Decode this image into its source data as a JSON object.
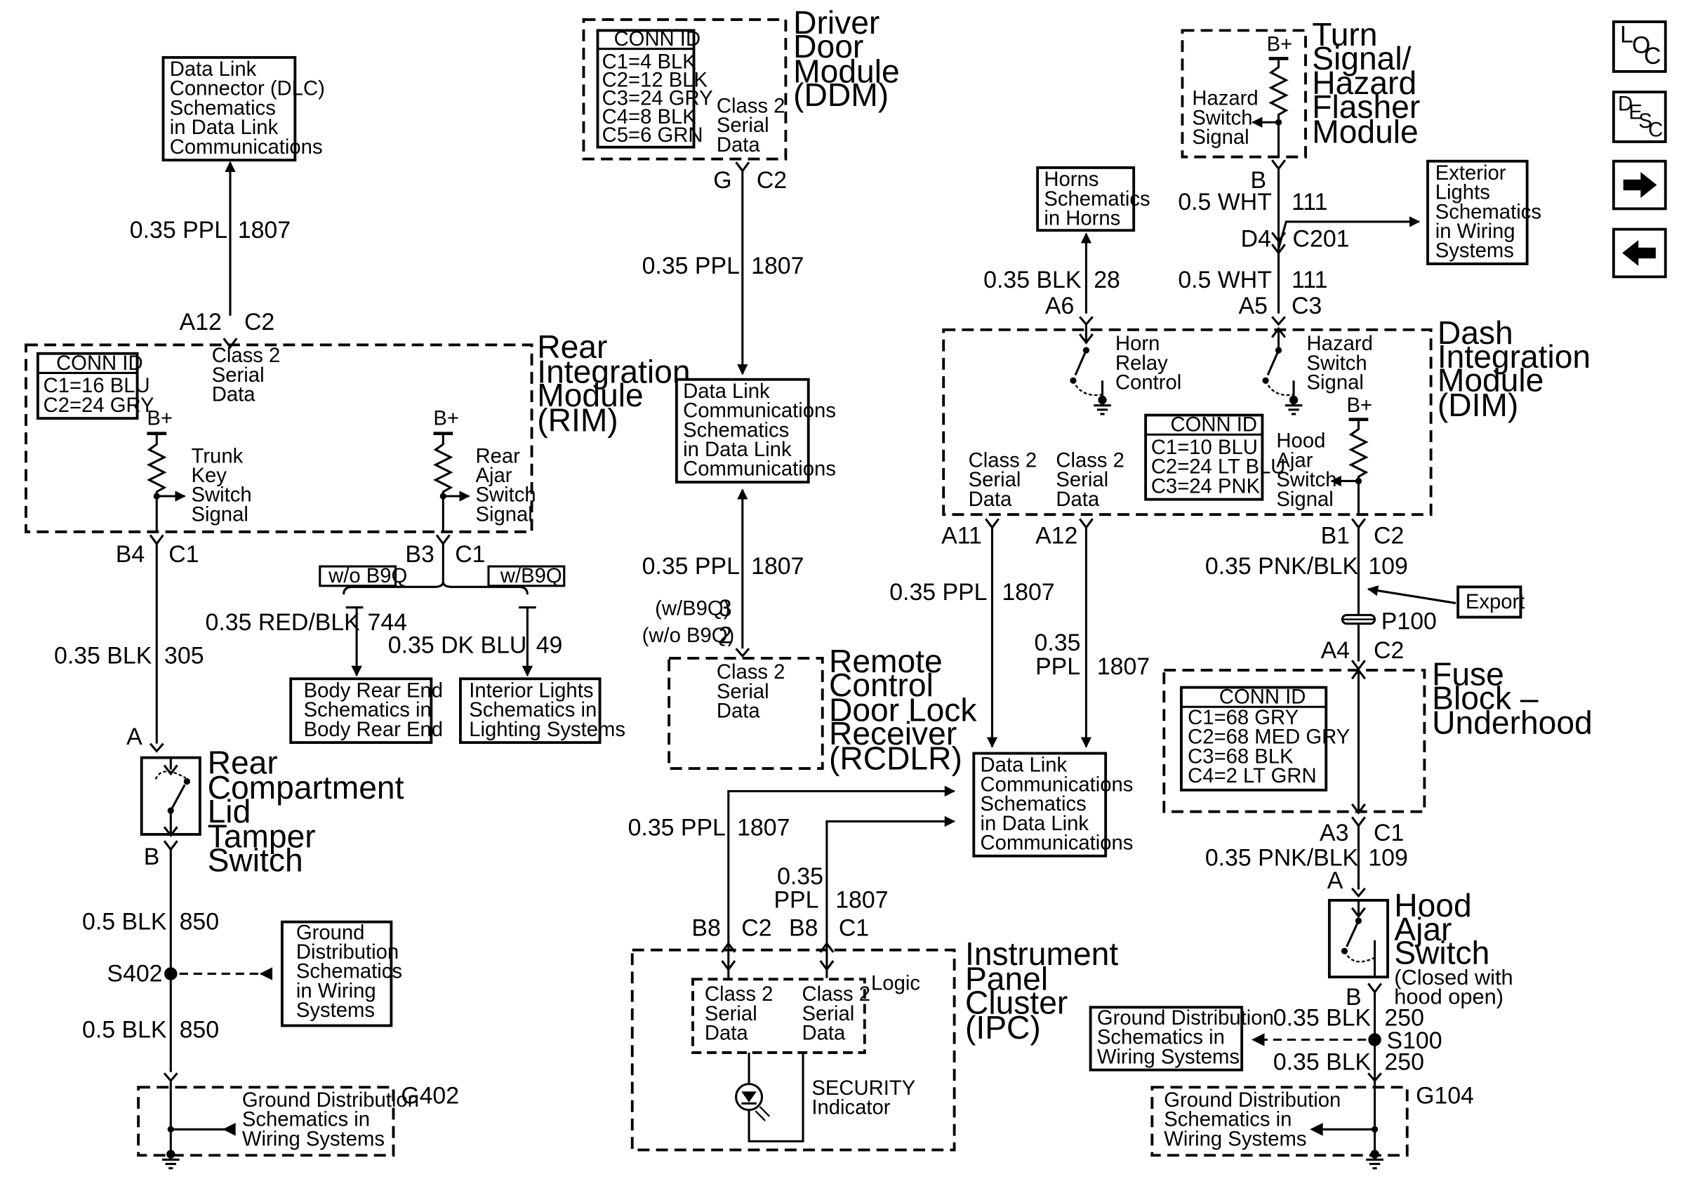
{
  "nav": {
    "loc": [
      "L",
      "O",
      "C"
    ],
    "desc": [
      "D",
      "E",
      "S",
      "C"
    ],
    "next_icon": "arrow-right-icon",
    "prev_icon": "arrow-left-icon"
  },
  "dlc_top": [
    "Data Link",
    "Connector (DLC)",
    "Schematics",
    "in Data Link",
    "Communications"
  ],
  "wire_rim_dlc": {
    "gauge": "0.35 PPL",
    "circuit": "1807"
  },
  "rim": {
    "name": [
      "Rear",
      "Integration",
      "Module",
      "(RIM)"
    ],
    "conn_title": "CONN ID",
    "conn": [
      "C1=16 BLU",
      "C2=24 GRY"
    ],
    "pin_top": "A12",
    "conn_top": "C2",
    "serial": [
      "Class 2",
      "Serial",
      "Data"
    ],
    "bplus": "B+",
    "trunk": [
      "Trunk",
      "Key",
      "Switch",
      "Signal"
    ],
    "rear_ajar": [
      "Rear",
      "Ajar",
      "Switch",
      "Signal"
    ],
    "pin_b4": "B4",
    "conn_b4": "C1",
    "pin_b3": "B3",
    "conn_b3": "C1"
  },
  "options": {
    "without": "w/o B9Q",
    "with": "w/B9Q"
  },
  "wire_744": {
    "gauge": "0.35 RED/BLK",
    "circuit": "744"
  },
  "wire_49": {
    "gauge": "0.35 DK BLU",
    "circuit": "49"
  },
  "body_rear": [
    "Body Rear End",
    "Schematics in",
    "Body Rear End"
  ],
  "interior_lights": [
    "Interior Lights",
    "Schematics in",
    "Lighting Systems"
  ],
  "wire_305": {
    "gauge": "0.35 BLK",
    "circuit": "305"
  },
  "tamper": {
    "name": [
      "Rear",
      "Compartment",
      "Lid",
      "Tamper",
      "Switch"
    ],
    "pin_a": "A",
    "pin_b": "B"
  },
  "wire_850a": {
    "gauge": "0.5 BLK",
    "circuit": "850"
  },
  "s402": "S402",
  "ground_dist_left": [
    "Ground",
    "Distribution",
    "Schematics",
    "in Wiring",
    "Systems"
  ],
  "wire_850b": {
    "gauge": "0.5 BLK",
    "circuit": "850"
  },
  "g402": {
    "label": "G402",
    "text": [
      "Ground Distribution",
      "Schematics in",
      "Wiring Systems"
    ]
  },
  "ddm": {
    "name": [
      "Driver",
      "Door",
      "Module",
      "(DDM)"
    ],
    "conn_title": "CONN ID",
    "conn": [
      "C1=4 BLK",
      "C2=12 BLK",
      "C3=24 GRY",
      "C4=8 BLK",
      "C5=6 GRN"
    ],
    "serial": [
      "Class 2",
      "Serial",
      "Data"
    ],
    "pin": "G",
    "conn_id": "C2"
  },
  "wire_ddm": {
    "gauge": "0.35 PPL",
    "circuit": "1807"
  },
  "dlc_mid": [
    "Data Link",
    "Communications",
    "Schematics",
    "in Data Link",
    "Communications"
  ],
  "wire_rcdlr": {
    "gauge": "0.35 PPL",
    "circuit": "1807"
  },
  "rcdlr": {
    "pin_with": "(w/B9Q)",
    "pin_with_num": "3",
    "pin_without": "(w/o B9Q)",
    "pin_without_num": "2",
    "serial": [
      "Class 2",
      "Serial",
      "Data"
    ],
    "name": [
      "Remote",
      "Control",
      "Door Lock",
      "Receiver",
      "(RCDLR)"
    ]
  },
  "wire_ipc1": {
    "gauge": "0.35 PPL",
    "circuit": "1807"
  },
  "wire_ipc2": {
    "gauge": [
      "0.35",
      "PPL"
    ],
    "circuit": "1807"
  },
  "ipc": {
    "pin1": "B8",
    "conn1": "C2",
    "pin2": "B8",
    "conn2": "C1",
    "logic": "Logic",
    "serial_a": [
      "Class 2",
      "Serial",
      "Data"
    ],
    "serial_b": [
      "Class 2",
      "Serial",
      "Data"
    ],
    "security": [
      "SECURITY",
      "Indicator"
    ],
    "name": [
      "Instrument",
      "Panel",
      "Cluster",
      "(IPC)"
    ]
  },
  "horns": [
    "Horns",
    "Schematics",
    "in Horns"
  ],
  "wire_28": {
    "gauge": "0.35 BLK",
    "circuit": "28"
  },
  "flasher": {
    "bplus": "B+",
    "hazard": [
      "Hazard",
      "Switch",
      "Signal"
    ],
    "name": [
      "Turn",
      "Signal/",
      "Hazard",
      "Flasher",
      "Module"
    ],
    "pin": "B"
  },
  "wire_111a": {
    "gauge": "0.5 WHT",
    "circuit": "111"
  },
  "c201": {
    "pin": "D4",
    "conn": "C201"
  },
  "exterior": [
    "Exterior",
    "Lights",
    "Schematics",
    "in Wiring",
    "Systems"
  ],
  "wire_111b": {
    "gauge": "0.5 WHT",
    "circuit": "111"
  },
  "dim": {
    "pin_a6": "A6",
    "pin_a5": "A5",
    "conn_a5": "C3",
    "horn_relay": [
      "Horn",
      "Relay",
      "Control"
    ],
    "hazard": [
      "Hazard",
      "Switch",
      "Signal"
    ],
    "conn_title": "CONN ID",
    "conn": [
      "C1=10 BLU",
      "C2=24 LT BLU",
      "C3=24 PNK"
    ],
    "bplus": "B+",
    "hood": [
      "Hood",
      "Ajar",
      "Switch",
      "Signal"
    ],
    "serial_a": [
      "Class 2",
      "Serial",
      "Data"
    ],
    "serial_b": [
      "Class 2",
      "Serial",
      "Data"
    ],
    "name": [
      "Dash",
      "Integration",
      "Module",
      "(DIM)"
    ],
    "pin_a11": "A11",
    "pin_a12": "A12",
    "pin_b1": "B1",
    "conn_b1": "C2"
  },
  "wire_dim1": {
    "gauge": "0.35 PPL",
    "circuit": "1807"
  },
  "wire_dim2": {
    "gauge": [
      "0.35",
      "PPL"
    ],
    "circuit": "1807"
  },
  "dlc_right": [
    "Data Link",
    "Communications",
    "Schematics",
    "in Data Link",
    "Communications"
  ],
  "wire_109a": {
    "gauge": "0.35 PNK/BLK",
    "circuit": "109"
  },
  "export": "Export",
  "p100": "P100",
  "fuse": {
    "pin_top": "A4",
    "conn_top": "C2",
    "conn_title": "CONN ID",
    "conn": [
      "C1=68 GRY",
      "C2=68 MED GRY",
      "C3=68 BLK",
      "C4=2 LT GRN"
    ],
    "name": [
      "Fuse",
      "Block –",
      "Underhood"
    ],
    "pin_bot": "A3",
    "conn_bot": "C1"
  },
  "wire_109b": {
    "gauge": "0.35 PNK/BLK",
    "circuit": "109"
  },
  "hood_switch": {
    "pin_a": "A",
    "pin_b": "B",
    "name": [
      "Hood",
      "Ajar",
      "Switch"
    ],
    "note": [
      "(Closed with",
      "hood open)"
    ]
  },
  "wire_250a": {
    "gauge": "0.35 BLK",
    "circuit": "250"
  },
  "s100": "S100",
  "ground_dist_right": [
    "Ground Distribution",
    "Schematics in",
    "Wiring Systems"
  ],
  "wire_250b": {
    "gauge": "0.35 BLK",
    "circuit": "250"
  },
  "g104": {
    "label": "G104",
    "text": [
      "Ground Distribution",
      "Schematics in",
      "Wiring Systems"
    ]
  }
}
